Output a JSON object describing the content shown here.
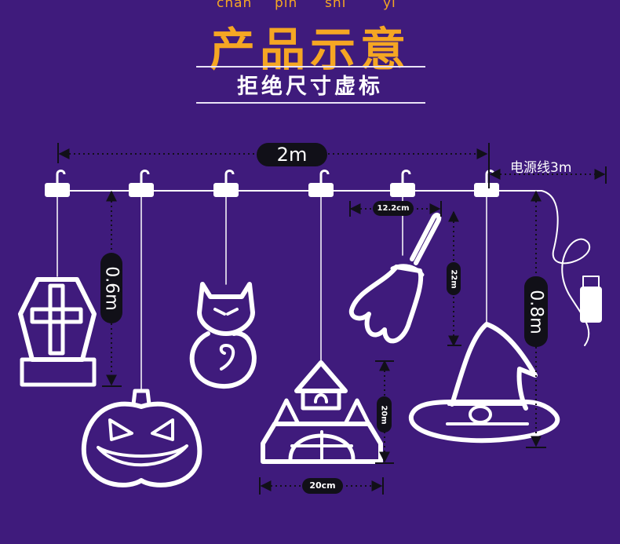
{
  "header": {
    "pinyin": [
      "chan",
      "pin",
      "shi",
      "yi"
    ],
    "title": "产品示意",
    "subtitle": "拒绝尺寸虚标"
  },
  "dimensions": {
    "total_width": "2m",
    "cord_length": "电源线3m",
    "left_drop": "0.6m",
    "right_drop": "0.8m",
    "broom_width": "12.2cm",
    "broom_height": "22m",
    "castle_height": "20m",
    "castle_width": "20cm"
  },
  "ornaments": [
    "coffin-icon",
    "pumpkin-icon",
    "cat-icon",
    "castle-icon",
    "broom-icon",
    "witch-hat-icon"
  ],
  "colors": {
    "background": "#3f1b7c",
    "accent": "#f5a623",
    "outline": "#ffffff",
    "pill": "#111018"
  }
}
